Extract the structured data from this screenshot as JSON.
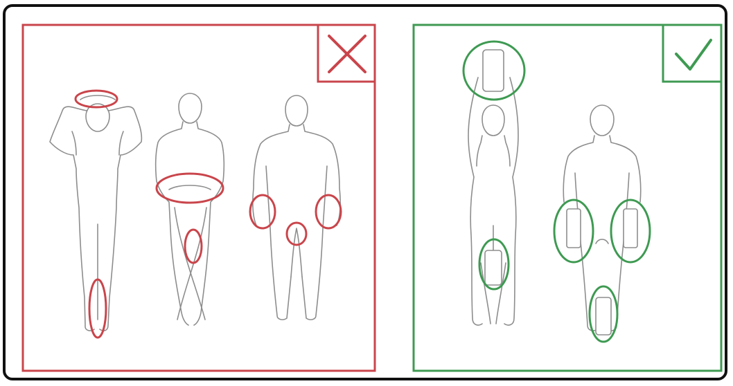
{
  "panels": [
    {
      "id": "incorrect",
      "verdict_icon": "cross-icon",
      "accent_color": "#c9454b",
      "figures": [
        {
          "pose": "hands-on-head",
          "highlights": [
            "hands-on-head",
            "crossed-ankles"
          ]
        },
        {
          "pose": "hands-behind-back",
          "highlights": [
            "hands-behind-back",
            "crossed-legs"
          ]
        },
        {
          "pose": "arms-at-sides",
          "highlights": [
            "left-hand",
            "groin",
            "right-hand"
          ]
        }
      ]
    },
    {
      "id": "correct",
      "verdict_icon": "check-icon",
      "accent_color": "#3e9a52",
      "figures": [
        {
          "pose": "arms-raised-holding-object",
          "highlights": [
            "object-above-head",
            "object-between-knees"
          ]
        },
        {
          "pose": "holding-objects-at-sides",
          "highlights": [
            "object-left-hand",
            "object-right-hand",
            "object-between-feet"
          ]
        }
      ]
    }
  ]
}
